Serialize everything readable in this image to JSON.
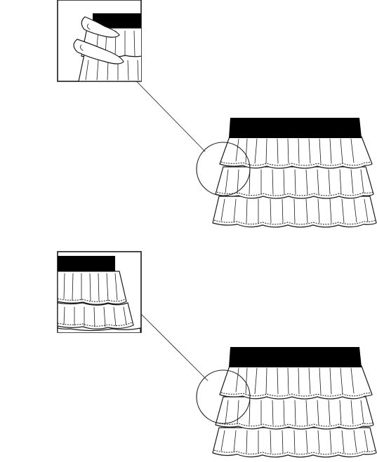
{
  "diagram": {
    "panels": [
      {
        "name": "top",
        "callout": "zoom-detail-with-finger"
      },
      {
        "name": "bottom",
        "callout": "zoom-detail-ruffles"
      }
    ],
    "colors": {
      "ink": "#1a1a1a",
      "band": "#000000",
      "paper": "#ffffff"
    }
  }
}
